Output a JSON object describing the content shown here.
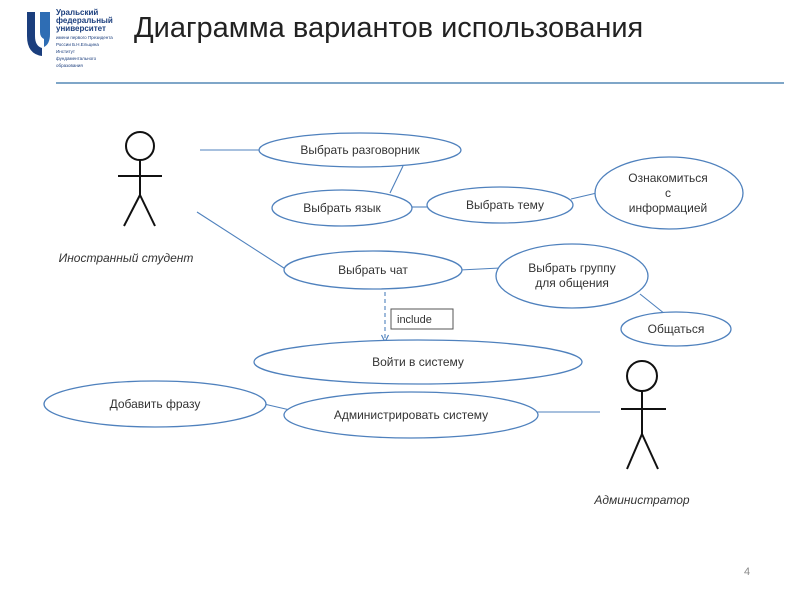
{
  "header": {
    "title": "Диаграмма вариантов использования",
    "logo": {
      "line1": "Уральский",
      "line2": "федеральный",
      "line3": "университет",
      "sub1": "имени первого Президента",
      "sub2": "России Б.Н.Ельцина",
      "inst1": "Институт",
      "inst2": "фундаментального",
      "inst3": "образования"
    }
  },
  "diagram": {
    "actors": {
      "student": "Иностранный студент",
      "admin": "Администратор"
    },
    "use_cases": {
      "phrasebook": "Выбрать разговорник",
      "language": "Выбрать язык",
      "topic": "Выбрать тему",
      "info_1": "Ознакомиться",
      "info_2": "с",
      "info_3": "информацией",
      "chat": "Выбрать чат",
      "group_1": "Выбрать группу",
      "group_2": "для общения",
      "communicate": "Общаться",
      "login": "Войти в систему",
      "add_phrase": "Добавить фразу",
      "administer": "Администрировать систему"
    },
    "include_label": "include"
  },
  "footer": {
    "page_number": "4"
  },
  "colors": {
    "outline": "#4f81bd",
    "logo": "#1b3e7d",
    "rule": "#7fa6c8"
  }
}
